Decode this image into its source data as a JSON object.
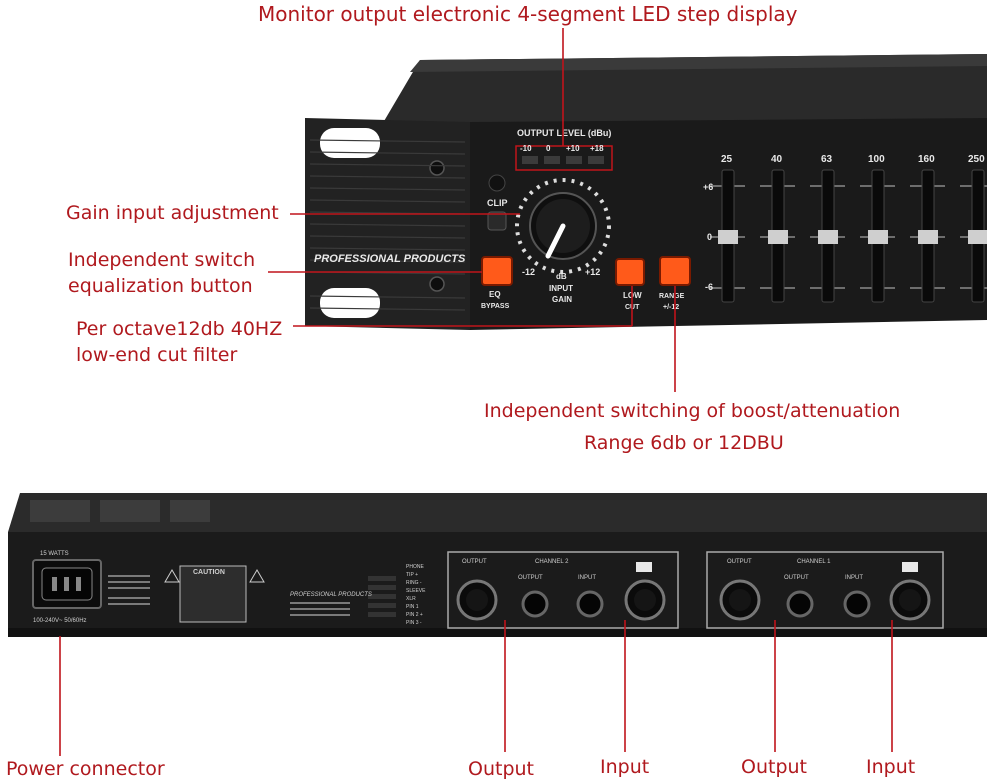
{
  "callouts": {
    "led_display": "Monitor output electronic 4-segment LED step display",
    "gain": "Gain input adjustment",
    "eq_switch_line1": "Independent switch",
    "eq_switch_line2": "equalization button",
    "lowcut_line1": "Per octave12db 40HZ",
    "lowcut_line2": "low-end cut filter",
    "range_line1": "Independent switching of boost/attenuation",
    "range_line2": "Range 6db or 12DBU",
    "power": "Power connector",
    "output_a": "Output",
    "input_a": "Input",
    "output_b": "Output",
    "input_b": "Input"
  },
  "front_panel": {
    "brand": "PROFESSIONAL PRODUCTS",
    "output_level_title": "OUTPUT LEVEL (dBu)",
    "output_level_ticks": [
      "-10",
      "0",
      "+10",
      "+18"
    ],
    "clip": "CLIP",
    "gain_min": "-12",
    "gain_max": "+12",
    "gain_unit": "dB",
    "gain_label_1": "INPUT",
    "gain_label_2": "GAIN",
    "eq_label_1": "EQ",
    "eq_label_2": "BYPASS",
    "lowcut_label_1": "LOW",
    "lowcut_label_2": "CUT",
    "range_label_1": "RANGE",
    "range_label_2": "+/-12",
    "band_freqs": [
      "25",
      "40",
      "63",
      "100",
      "160",
      "250"
    ],
    "fader_scale": [
      "+6",
      "0",
      "-6"
    ]
  },
  "rear_panel": {
    "power_rating": "15 WATTS",
    "voltage": "100-240V~ 50/60Hz",
    "caution": "CAUTION",
    "brand": "PROFESSIONAL PRODUCTS",
    "phone_legend": [
      "PHONE",
      "TIP +",
      "RING -",
      "SLEEVE",
      "XLR",
      "PIN 1",
      "PIN 2 +",
      "PIN 3 -"
    ],
    "channel_2": "CHANNEL 2",
    "channel_1": "CHANNEL 1",
    "output": "OUTPUT",
    "input": "INPUT"
  },
  "colors": {
    "callout_red": "#b0191e",
    "panel_black": "#1b1b1b",
    "button_orange": "#ff5a1a"
  }
}
